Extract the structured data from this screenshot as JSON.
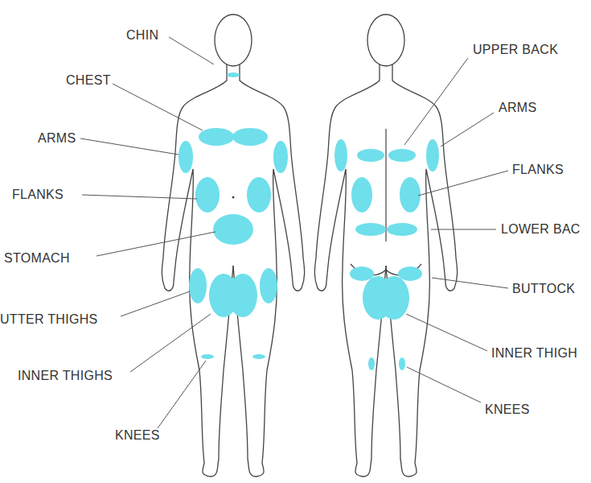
{
  "diagram": {
    "labels": [
      "CHIN",
      "CHEST",
      "ARMS",
      "FLANKS",
      "STOMACH",
      "UTTER THIGHS",
      "INNER THIGHS",
      "KNEES",
      "UPPER BACK",
      "ARMS",
      "FLANKS",
      "LOWER BAC",
      "BUTTOCK",
      "INNER THIGH",
      "KNEES"
    ]
  }
}
